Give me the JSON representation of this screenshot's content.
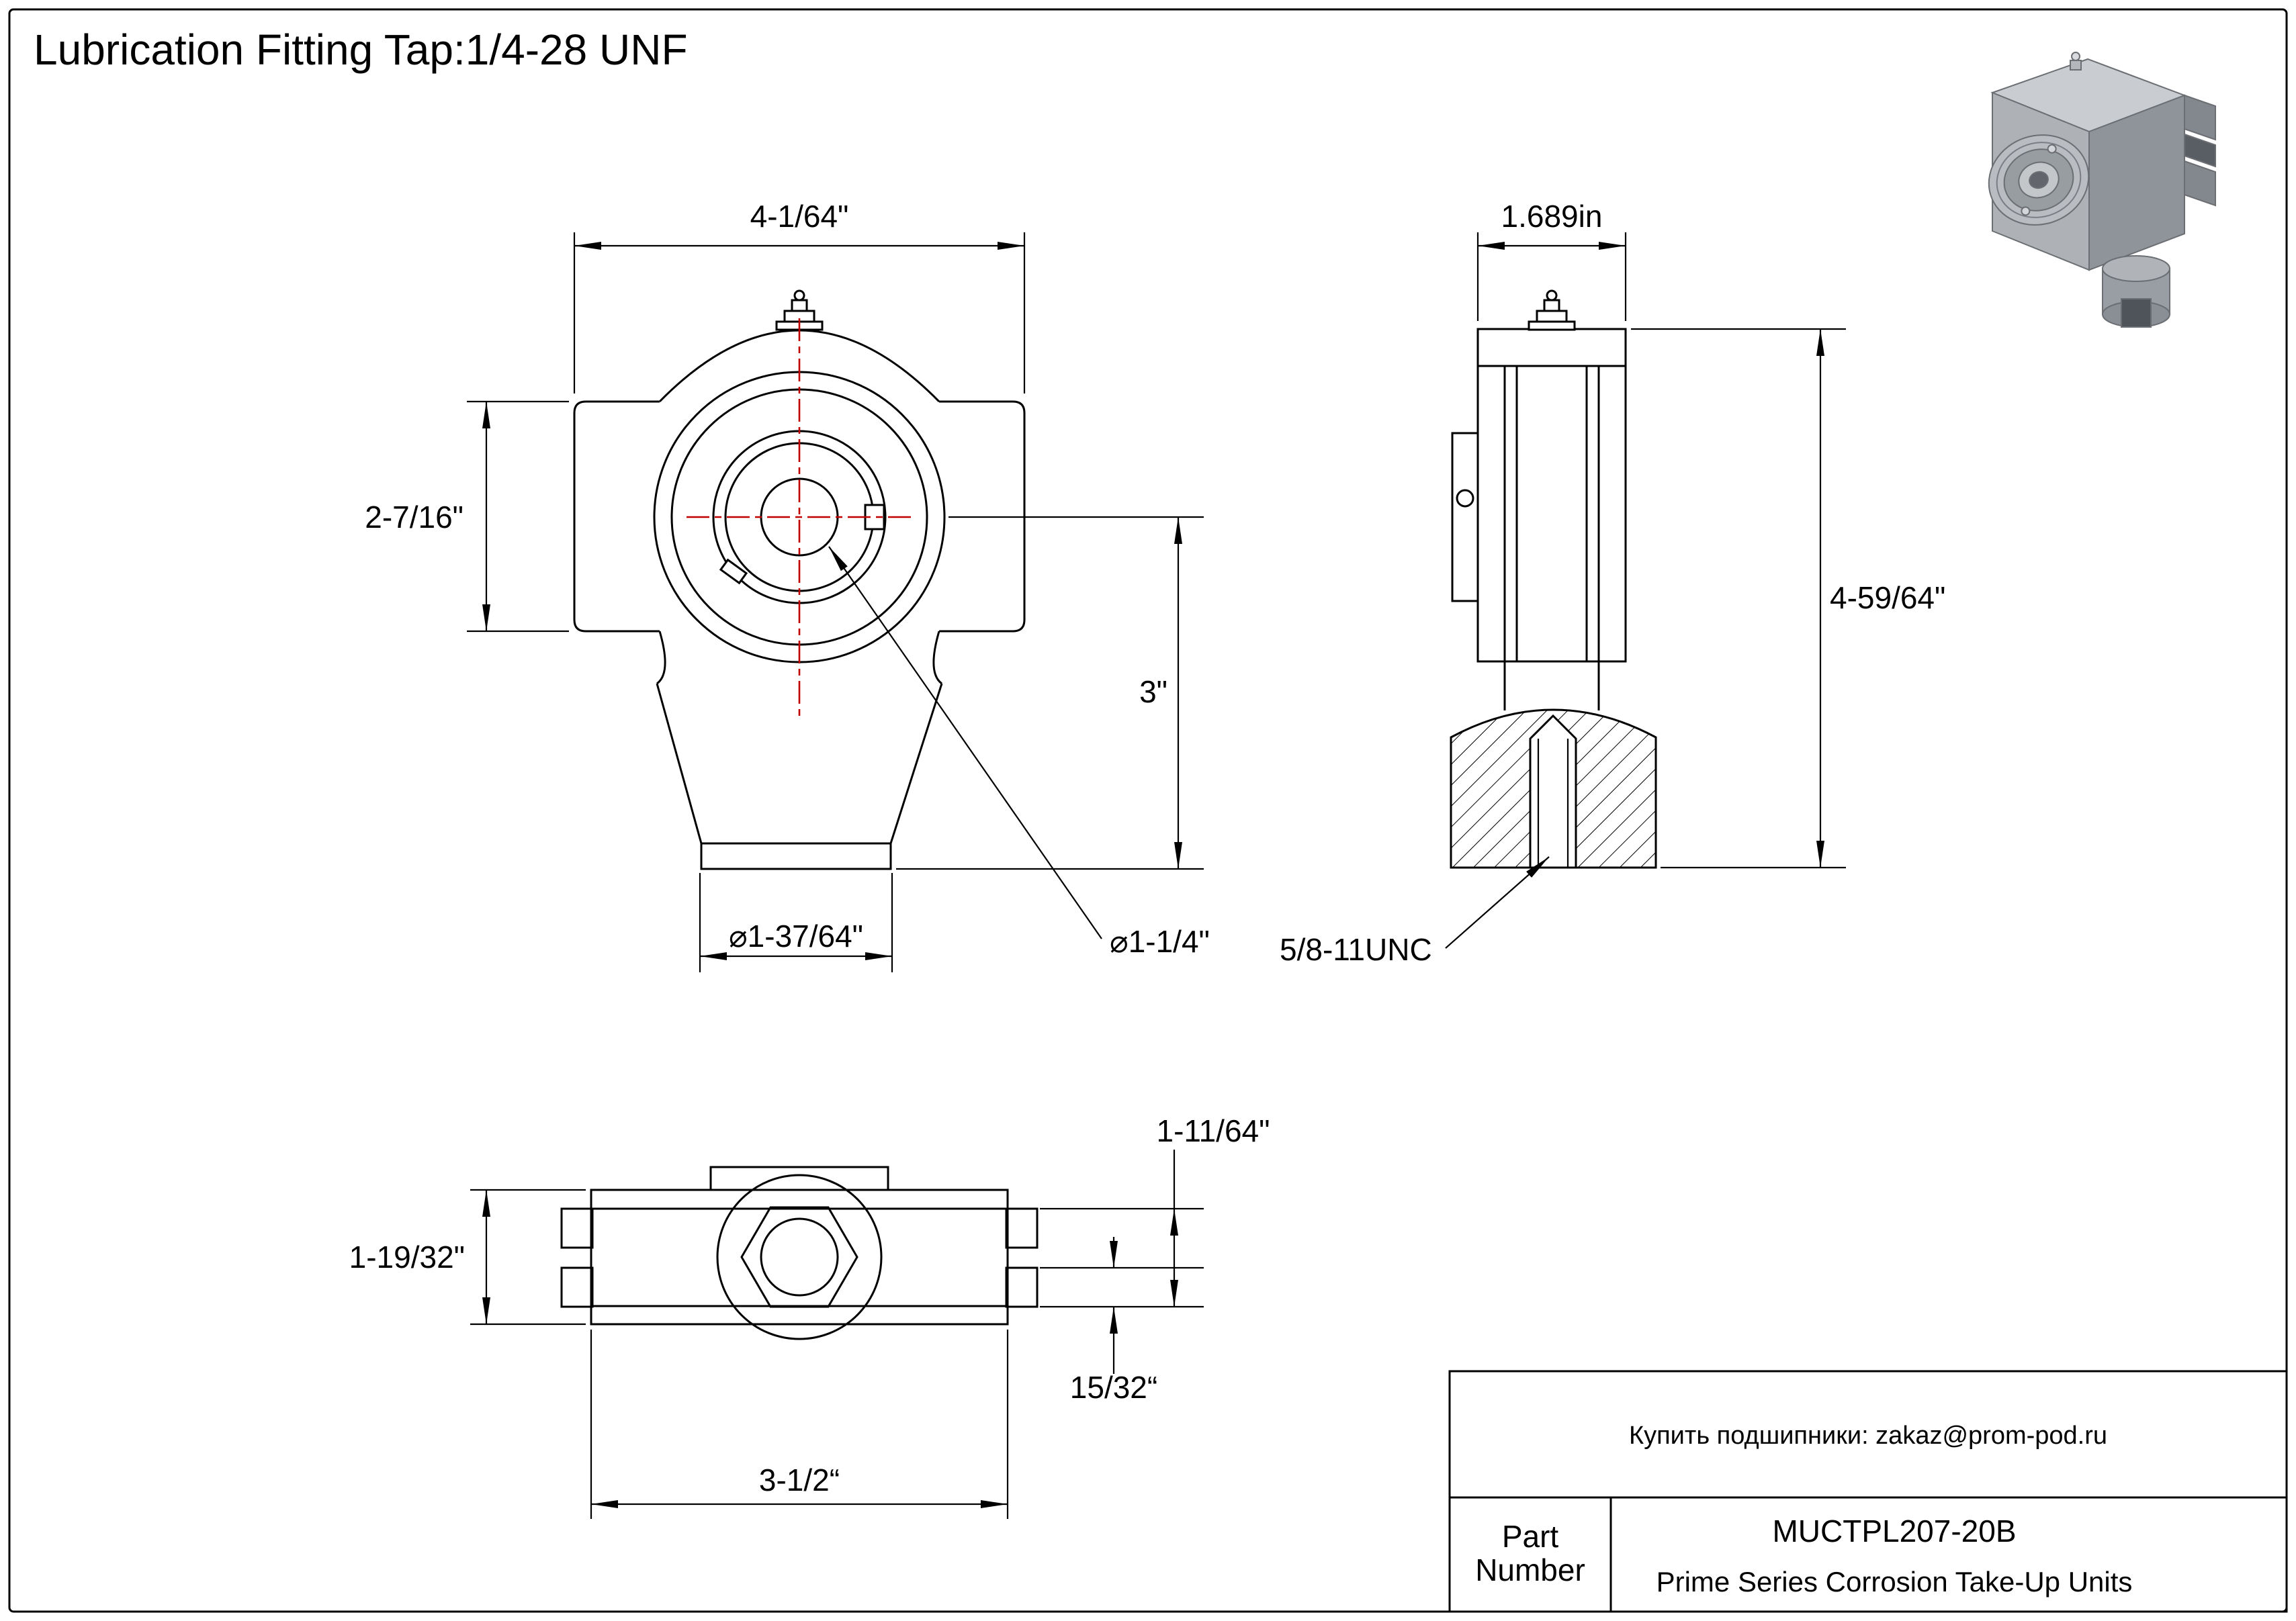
{
  "page": {
    "title": "Lubrication Fitting Tap:1/4-28 UNF"
  },
  "front_view": {
    "dim_width": "4-1/64\"",
    "dim_lug_height": "2-7/16\"",
    "dim_center_to_bottom": "3\"",
    "dim_boss_diameter": "⌀1-37/64\"",
    "dim_bore_diameter": "⌀1-1/4\""
  },
  "side_view": {
    "dim_width": "1.689in",
    "dim_height": "4-59/64\"",
    "thread_spec": "5/8-11UNC"
  },
  "bottom_view": {
    "dim_height": "1-19/32\"",
    "dim_edge_to_slot": "1-11/64\"",
    "dim_slot_width": "15/32“",
    "dim_width": "3-1/2“"
  },
  "title_block": {
    "contact": "Купить подшипники: zakaz@prom-pod.ru",
    "part_label_line1": "Part",
    "part_label_line2": "Number",
    "part_number": "MUCTPL207-20B",
    "series_name": "Prime Series Corrosion Take-Up Units"
  },
  "colors": {
    "line": "#000000",
    "centerline": "#c00000",
    "background": "#ffffff"
  }
}
